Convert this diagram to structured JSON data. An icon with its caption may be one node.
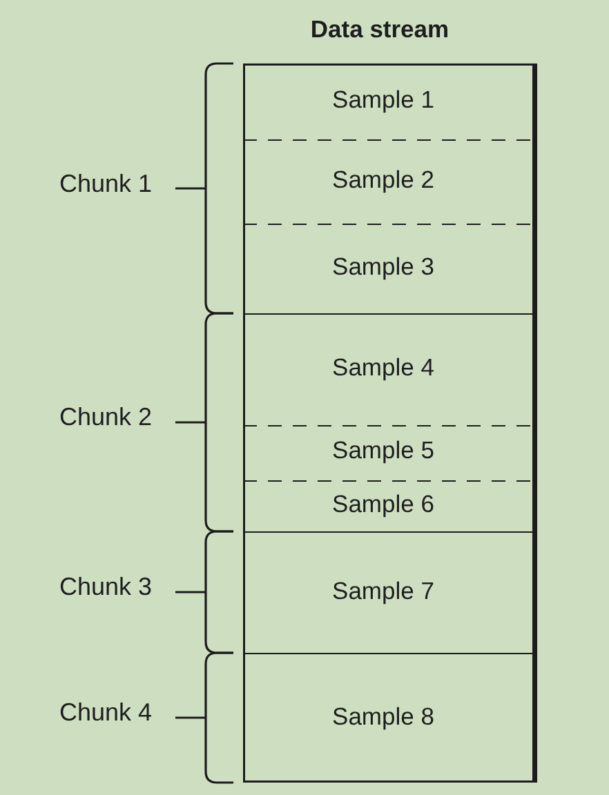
{
  "diagram": {
    "nodes": [
      {
        "text": [
          "Data stream"
        ]
      },
      {
        "text": [
          "Chunk 1"
        ],
        "in": 0
      },
      {
        "text": [
          "Sample 1"
        ],
        "in": 1
      },
      {
        "text": [
          "Sample 2"
        ],
        "in": 1
      },
      {
        "text": [
          "Sample 3"
        ],
        "in": 1
      },
      {
        "text": [
          "Chunk 2"
        ],
        "in": 0
      },
      {
        "text": [
          "Sample 4"
        ],
        "in": 5
      },
      {
        "text": [
          "Sample 5"
        ],
        "in": 5
      },
      {
        "text": [
          "Sample 6"
        ],
        "in": 5
      },
      {
        "text": [
          "Chunk 3"
        ],
        "in": 0
      },
      {
        "text": [
          "Sample 7"
        ],
        "in": 9
      },
      {
        "text": [
          "Chunk 4"
        ],
        "in": 0
      },
      {
        "text": [
          "Sample 8"
        ],
        "in": 11
      }
    ]
  }
}
